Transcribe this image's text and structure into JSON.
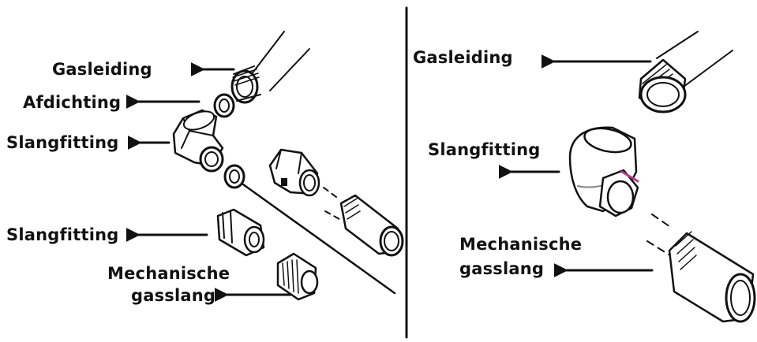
{
  "left_panel": {
    "labels": {
      "gasleiding": "Gasleiding",
      "afdichting": "Afdichting",
      "slangfitting_1": "Slangfitting",
      "slangfitting_2": "Slangfitting",
      "mechanische_1": "Mechanische",
      "mechanische_2": "gasslang"
    }
  },
  "right_panel": {
    "labels": {
      "gasleiding": "Gasleiding",
      "slangfitting": "Slangfitting",
      "mechanische_1": "Mechanische",
      "mechanische_2": "gasslang"
    }
  },
  "colors": {
    "ink": "#111111",
    "paper": "#ffffff",
    "ring_accent": "#b03a8a"
  }
}
